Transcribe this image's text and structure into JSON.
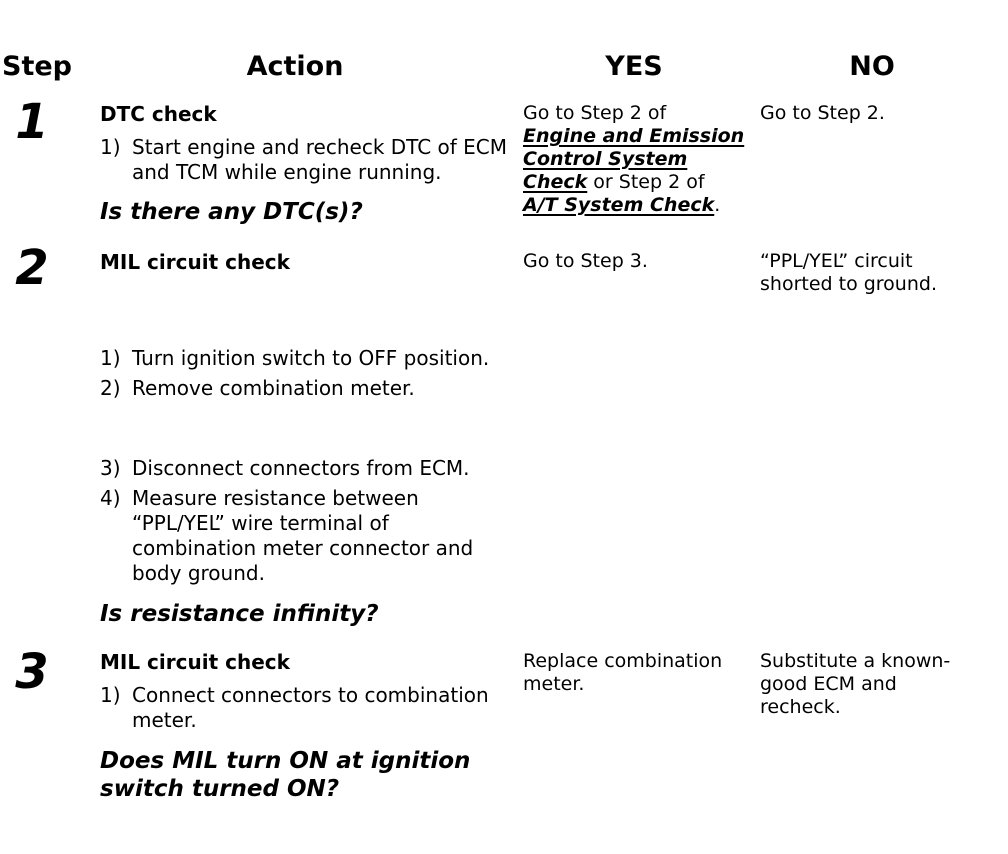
{
  "page": {
    "colors": {
      "text": "#000000",
      "background": "#ffffff"
    },
    "headers": {
      "step": "Step",
      "action": "Action",
      "yes": "YES",
      "no": "NO"
    },
    "rows": [
      {
        "step": "1",
        "action": {
          "title": "DTC check",
          "items": [
            {
              "num": "1)",
              "lines": [
                "Start engine and recheck DTC of ECM",
                "and TCM while engine running."
              ]
            }
          ],
          "question_lines": [
            "Is there any DTC(s)?"
          ]
        },
        "yes": {
          "lines": [
            [
              {
                "text": "Go to Step 2 of"
              }
            ],
            [
              {
                "text": "Engine and Emission"
              }
            ],
            [
              {
                "text": "Control System"
              }
            ],
            [
              {
                "text": "Check"
              },
              {
                "text": " or Step 2 of"
              }
            ],
            [
              {
                "text": "A/T System Check"
              },
              {
                "text": "."
              }
            ]
          ]
        },
        "no_lines": [
          "Go to Step 2."
        ]
      },
      {
        "step": "2",
        "action": {
          "title": "MIL circuit check",
          "items_a": [
            {
              "num": "1)",
              "lines": [
                "Turn ignition switch to OFF position."
              ]
            },
            {
              "num": "2)",
              "lines": [
                "Remove combination meter."
              ]
            }
          ],
          "items_b": [
            {
              "num": "3)",
              "lines": [
                "Disconnect connectors from ECM."
              ]
            },
            {
              "num": "4)",
              "lines": [
                "Measure resistance between",
                "“PPL/YEL” wire terminal of",
                "combination meter connector and",
                "body ground."
              ]
            }
          ],
          "question_lines": [
            "Is resistance infinity?"
          ]
        },
        "yes_lines": [
          "Go to Step 3."
        ],
        "no_lines": [
          "“PPL/YEL” circuit",
          "shorted to ground."
        ]
      },
      {
        "step": "3",
        "action": {
          "title": "MIL circuit check",
          "items": [
            {
              "num": "1)",
              "lines": [
                "Connect connectors to combination",
                "meter."
              ]
            }
          ],
          "question_lines": [
            "Does MIL turn ON at ignition",
            "switch turned ON?"
          ]
        },
        "yes_lines": [
          "Replace combination",
          "meter."
        ],
        "no_lines": [
          "Substitute a known-",
          "good ECM and",
          "recheck."
        ]
      }
    ]
  }
}
